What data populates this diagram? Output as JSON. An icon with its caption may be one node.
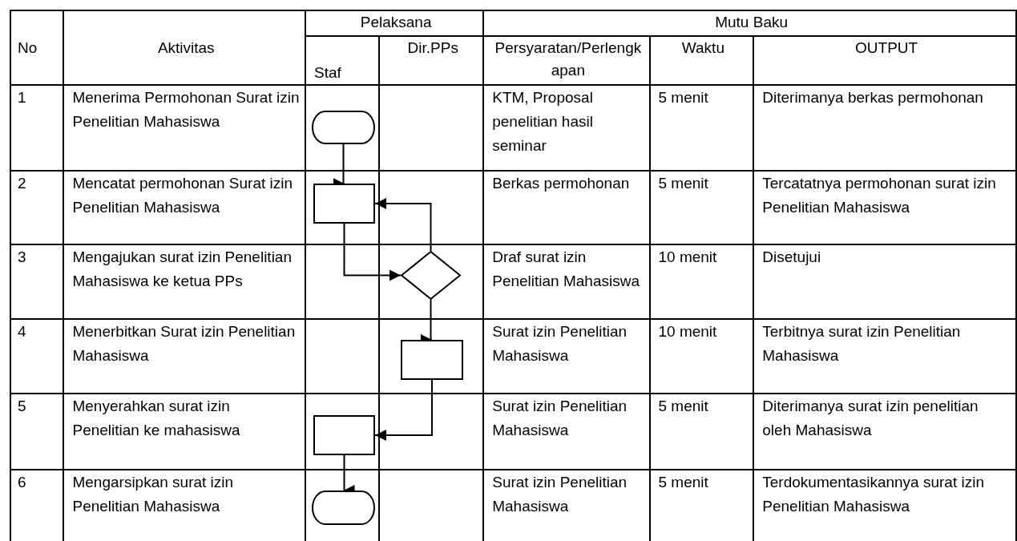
{
  "diagram": {
    "nodes": [
      {
        "text": [],
        "shape": "oval"
      },
      {
        "text": [],
        "shape": "box"
      },
      {
        "text": [],
        "shape": "diamond"
      },
      {
        "text": [],
        "shape": "box"
      },
      {
        "text": [],
        "shape": "box"
      },
      {
        "text": [],
        "shape": "oval"
      }
    ],
    "edges": [
      {
        "from": 0,
        "to": 1,
        "arrow": "to"
      },
      {
        "from": 1,
        "to": 2,
        "arrow": "to"
      },
      {
        "from": 2,
        "to": 1,
        "arrow": "to"
      },
      {
        "from": 2,
        "to": 3,
        "arrow": "to"
      },
      {
        "from": 3,
        "to": 4,
        "arrow": "to"
      },
      {
        "from": 4,
        "to": 5,
        "arrow": "to"
      }
    ],
    "labels": [
      "No",
      "Aktivitas",
      "Pelaksana",
      "Mutu Baku",
      "Staf",
      "Dir.PPs",
      "Persyaratan/Perlengkapan",
      "Waktu",
      "OUTPUT",
      "1",
      "Menerima Permohonan Surat izin Penelitian Mahasiswa",
      "KTM, Proposal penelitian hasil seminar",
      "5 menit",
      "Diterimanya berkas permohonan",
      "2",
      "Mencatat permohonan Surat izin Penelitian Mahasiswa",
      "Berkas permohonan",
      "5 menit",
      "Tercatatnya permohonan surat izin Penelitian Mahasiswa",
      "3",
      "Mengajukan surat izin Penelitian Mahasiswa ke ketua PPs",
      "Draf surat izin Penelitian Mahasiswa",
      "10 menit",
      "Disetujui",
      "4",
      "Menerbitkan Surat izin Penelitian Mahasiswa",
      "Surat izin Penelitian Mahasiswa",
      "10 menit",
      "Terbitnya surat izin Penelitian Mahasiswa",
      "5",
      "Menyerahkan surat izin Penelitian ke mahasiswa",
      "Surat izin Penelitian Mahasiswa",
      "5 menit",
      "Diterimanya surat izin penelitian oleh Mahasiswa",
      "6",
      "Mengarsipkan surat izin Penelitian Mahasiswa",
      "Surat izin Penelitian Mahasiswa",
      "5 menit",
      "Terdokumentasikannya surat izin Penelitian Mahasiswa"
    ]
  }
}
